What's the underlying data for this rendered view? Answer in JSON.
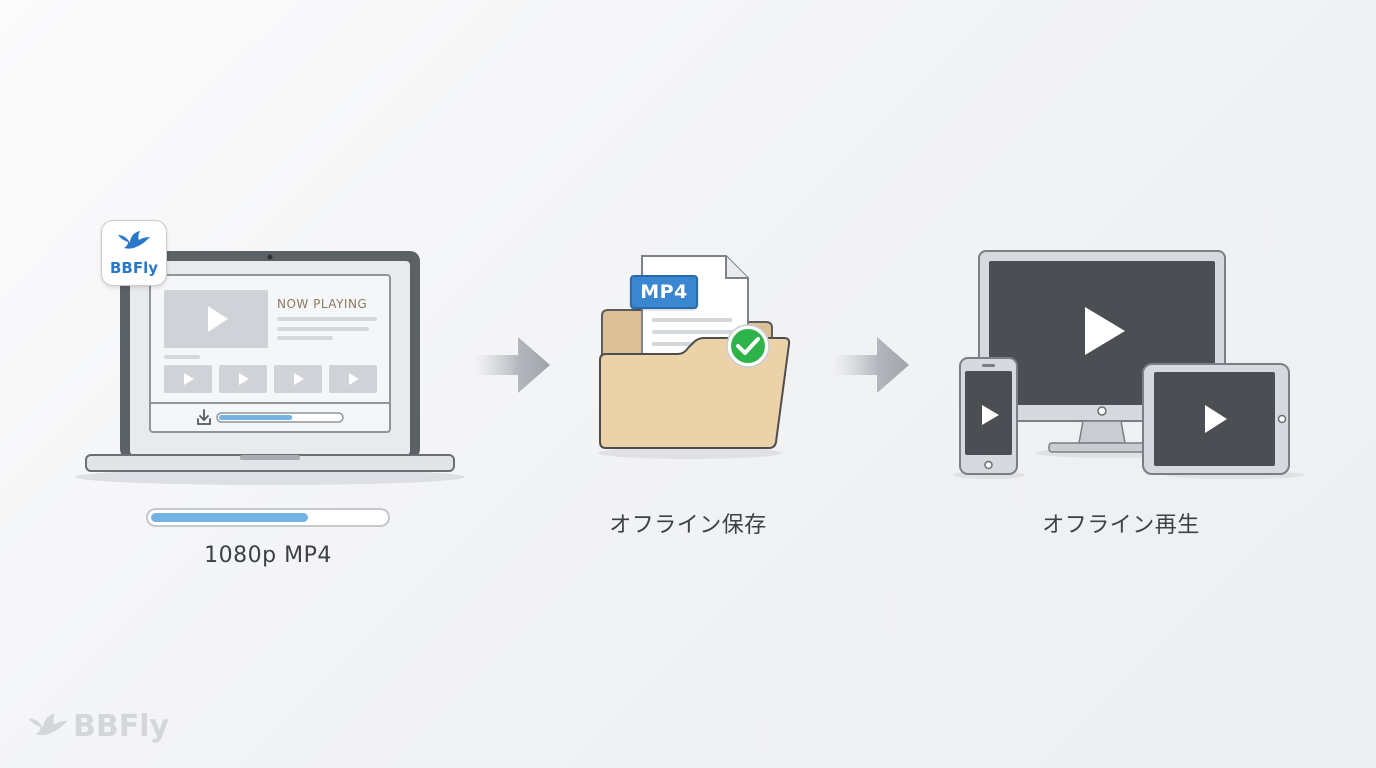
{
  "laptop": {
    "app_badge_text": "BBFly",
    "now_playing_text": "NOW PLAYING",
    "download_progress": 0.6
  },
  "source": {
    "progress": 0.67,
    "caption": "1080p MP4"
  },
  "folder": {
    "file_tag": "MP4",
    "caption": "オフライン保存"
  },
  "devices": {
    "caption": "オフライン再生"
  },
  "watermark": {
    "text": "BBFly"
  },
  "colors": {
    "brand_blue": "#2a78c8",
    "progress_blue": "#72b3e3",
    "check_green": "#2db34a",
    "folder_tan": "#ecd2a8",
    "tag_blue": "#3a86d0"
  },
  "icons": [
    "bird-logo-icon",
    "play-icon",
    "download-icon",
    "arrow-right-icon",
    "checkmark-icon",
    "folder-icon",
    "file-icon"
  ]
}
